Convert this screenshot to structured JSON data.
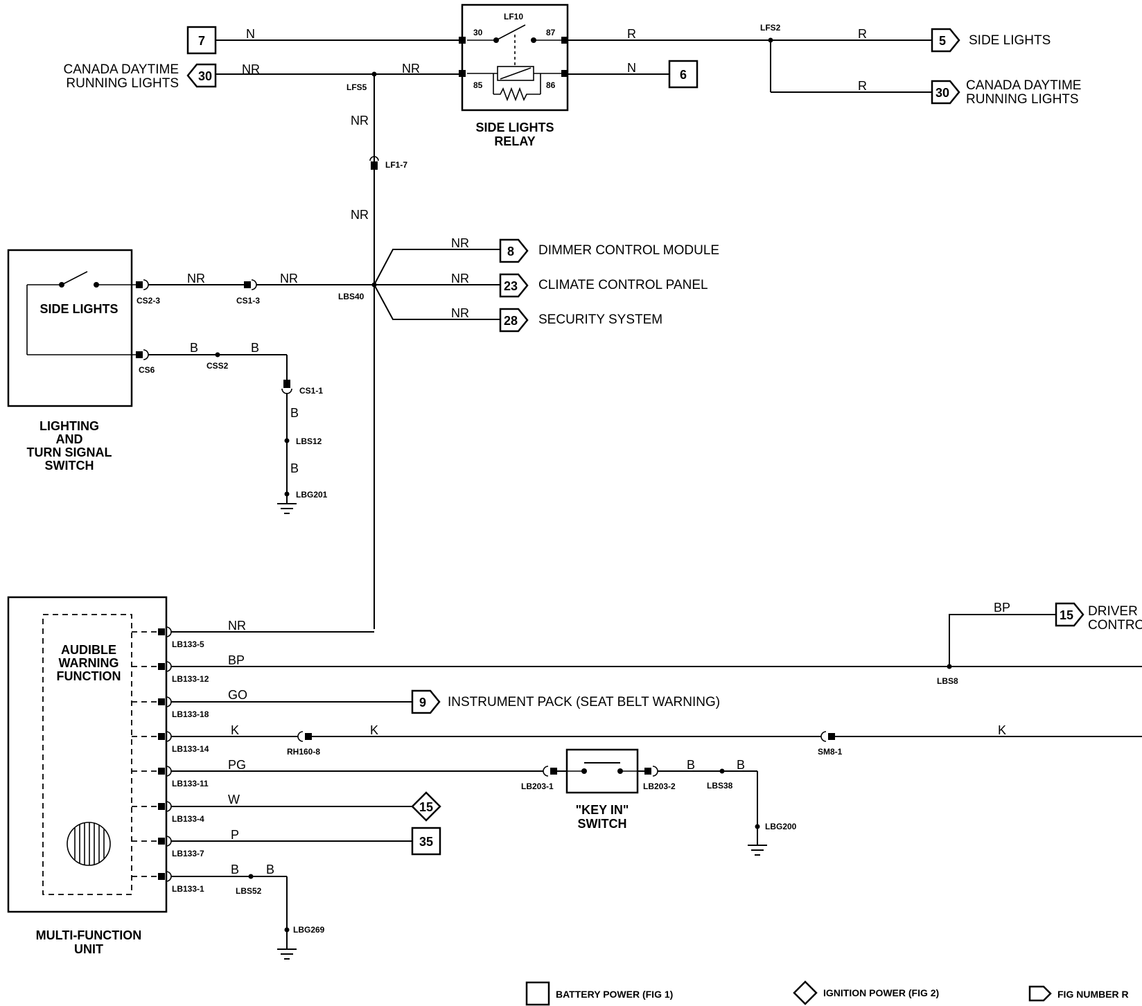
{
  "relay": {
    "title_1": "SIDE LIGHTS",
    "title_2": "RELAY",
    "id": "LF10",
    "pin_30": "30",
    "pin_87": "87",
    "pin_85": "85",
    "pin_86": "86"
  },
  "wires": {
    "n": "N",
    "nr": "NR",
    "r": "R",
    "b": "B",
    "bp": "BP",
    "go": "GO",
    "k": "K",
    "pg": "PG",
    "w": "W",
    "p": "P"
  },
  "refs": {
    "r7": "7",
    "r30": "30",
    "r6": "6",
    "r5": "5",
    "r8": "8",
    "r23": "23",
    "r28": "28",
    "r15": "15",
    "r9": "9",
    "r35": "35"
  },
  "destinations": {
    "canada_1": "CANADA DAYTIME",
    "canada_2": "RUNNING LIGHTS",
    "side_lights": "SIDE LIGHTS",
    "dimmer": "DIMMER CONTROL MODULE",
    "climate": "CLIMATE CONTROL PANEL",
    "security": "SECURITY SYSTEM",
    "instrument": "INSTRUMENT PACK (SEAT BELT WARNING)",
    "driver_1": "DRIVER",
    "driver_2": "CONTRO"
  },
  "connectors": {
    "lfs5": "LFS5",
    "lfs2": "LFS2",
    "lf1_7": "LF1-7",
    "cs2_3": "CS2-3",
    "cs1_3": "CS1-3",
    "lbs40": "LBS40",
    "cs6": "CS6",
    "css2": "CSS2",
    "cs1_1": "CS1-1",
    "lbs12": "LBS12",
    "lbg201": "LBG201",
    "lb133_5": "LB133-5",
    "lb133_12": "LB133-12",
    "lb133_18": "LB133-18",
    "lb133_14": "LB133-14",
    "lb133_11": "LB133-11",
    "lb133_4": "LB133-4",
    "lb133_7": "LB133-7",
    "lb133_1": "LB133-1",
    "lbs8": "LBS8",
    "rh160_8": "RH160-8",
    "sm8_1": "SM8-1",
    "lb203_1": "LB203-1",
    "lb203_2": "LB203-2",
    "lbs38": "LBS38",
    "lbg200": "LBG200",
    "lbs52": "LBS52",
    "lbg269": "LBG269"
  },
  "components": {
    "lts_switch_label": "SIDE LIGHTS",
    "lts_1": "LIGHTING",
    "lts_2": "AND",
    "lts_3": "TURN SIGNAL",
    "lts_4": "SWITCH",
    "mfu_1": "AUDIBLE",
    "mfu_2": "WARNING",
    "mfu_3": "FUNCTION",
    "mfu_name_1": "MULTI-FUNCTION",
    "mfu_name_2": "UNIT",
    "keyin_1": "\"KEY IN\"",
    "keyin_2": "SWITCH"
  },
  "legend": {
    "battery": "BATTERY POWER (FIG 1)",
    "ignition": "IGNITION POWER (FIG 2)",
    "fig_ref": "FIG NUMBER R"
  }
}
